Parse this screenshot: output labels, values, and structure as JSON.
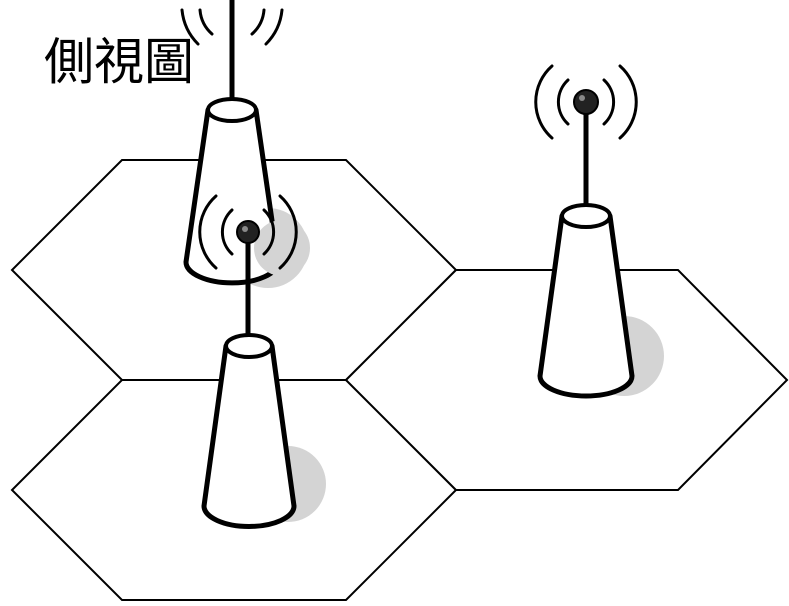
{
  "title": "側視圖",
  "colors": {
    "stroke": "#000000",
    "fill": "#ffffff",
    "shadow": "#d4d4d4",
    "ball": "#222222",
    "ball_highlight": "#8a8a8a"
  },
  "cells": [
    "cell-top-left",
    "cell-bottom-left",
    "cell-right"
  ],
  "towers": [
    "tower-back",
    "tower-front",
    "tower-right"
  ],
  "icons": {
    "tower": "radio-tower-icon",
    "signal": "signal-waves-icon",
    "antenna_ball": "antenna-ball-icon"
  }
}
